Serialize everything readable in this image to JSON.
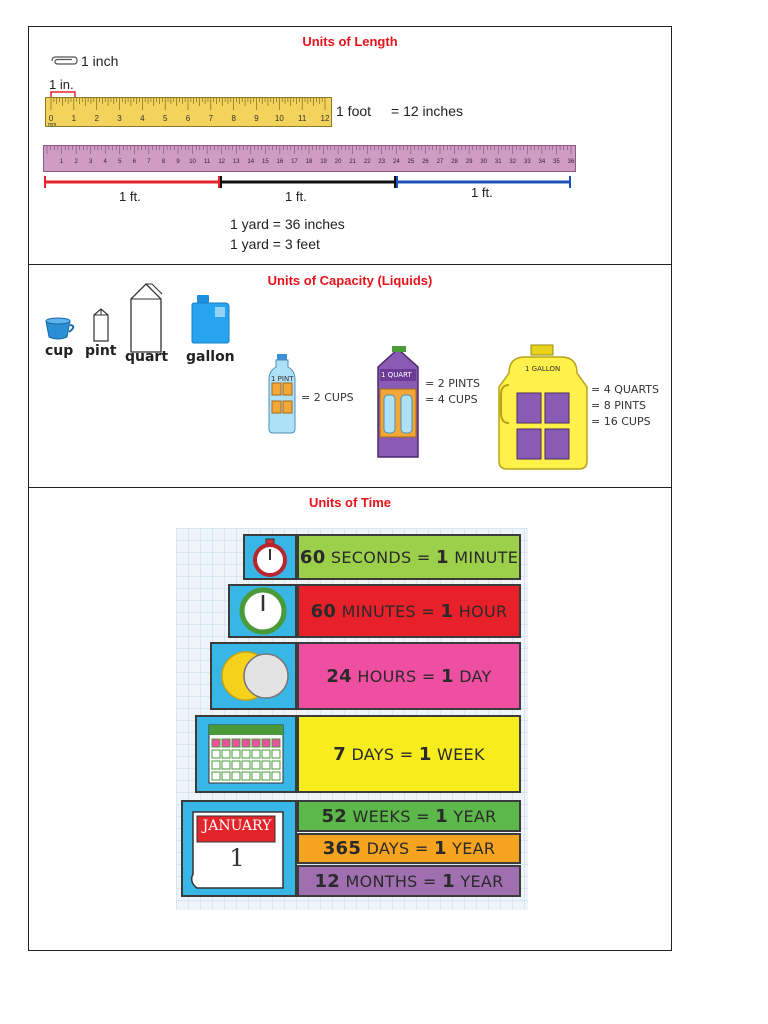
{
  "length": {
    "title": "Units of Length",
    "paperclip_label": "1 inch",
    "one_in_label": "1 in.",
    "ruler_numbers": [
      "0",
      "1",
      "2",
      "3",
      "4",
      "5",
      "6",
      "7",
      "8",
      "9",
      "10",
      "11",
      "12"
    ],
    "ruler_unit": "mm",
    "foot_label": "1 foot",
    "foot_eq": "= 12 inches",
    "yardstick_numbers": [
      "1",
      "2",
      "3",
      "4",
      "5",
      "6",
      "7",
      "8",
      "9",
      "10",
      "11",
      "12",
      "13",
      "14",
      "15",
      "16",
      "17",
      "18",
      "19",
      "20",
      "21",
      "22",
      "23",
      "24",
      "25",
      "26",
      "27",
      "28",
      "29",
      "30",
      "31",
      "32",
      "33",
      "34",
      "35",
      "36"
    ],
    "ft_labels": [
      "1 ft.",
      "1 ft.",
      "1 ft."
    ],
    "ft_colors": [
      "#e4242b",
      "#111111",
      "#1f4fb8"
    ],
    "yard_eq1": "1 yard = 36 inches",
    "yard_eq2": "1 yard = 3 feet"
  },
  "capacity": {
    "title": "Units of Capacity (Liquids)",
    "words": [
      "cup",
      "pint",
      "quart",
      "gallon"
    ],
    "pint_label": "1 PINT",
    "pint_eq": "= 2 CUPS",
    "quart_label": "1 QUART",
    "quart_eq": [
      "= 2 PINTS",
      "= 4 CUPS"
    ],
    "gallon_label": "1 GALLON",
    "gallon_eq": [
      "= 4 QUARTS",
      "= 8 PINTS",
      "= 16 CUPS"
    ]
  },
  "time": {
    "title": "Units of Time",
    "rows": [
      {
        "num": "60",
        "unit": "SECONDS",
        "eq": "=",
        "num2": "1",
        "unit2": "MINUTE",
        "color": "#9cd04a"
      },
      {
        "num": "60",
        "unit": "MINUTES",
        "eq": "=",
        "num2": "1",
        "unit2": "HOUR",
        "color": "#e8202a"
      },
      {
        "num": "24",
        "unit": "HOURS",
        "eq": "=",
        "num2": "1",
        "unit2": "DAY",
        "color": "#ef4fa0"
      },
      {
        "num": "7",
        "unit": "DAYS",
        "eq": "=",
        "num2": "1",
        "unit2": "WEEK",
        "color": "#f7ec1d"
      },
      {
        "num": "52",
        "unit": "WEEKS",
        "eq": "=",
        "num2": "1",
        "unit2": "YEAR",
        "color": "#5cb84a"
      },
      {
        "num": "365",
        "unit": "DAYS",
        "eq": "=",
        "num2": "1",
        "unit2": "YEAR",
        "color": "#f6a41f"
      },
      {
        "num": "12",
        "unit": "MONTHS",
        "eq": "=",
        "num2": "1",
        "unit2": "YEAR",
        "color": "#a06fb0"
      }
    ],
    "calendar_month": "JANUARY",
    "calendar_day": "1"
  }
}
